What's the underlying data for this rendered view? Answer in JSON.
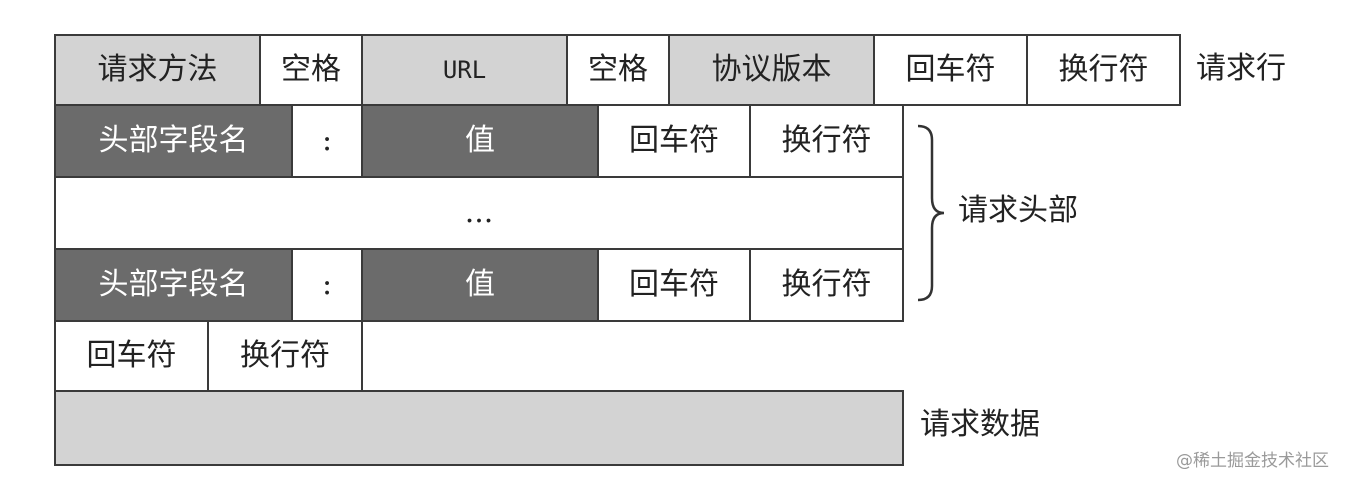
{
  "request_line": {
    "cells": [
      "请求方法",
      "空格",
      "URL",
      "空格",
      "协议版本",
      "回车符",
      "换行符"
    ],
    "label": "请求行"
  },
  "header_rows": [
    {
      "cells": [
        "头部字段名",
        ":",
        "值",
        "回车符",
        "换行符"
      ]
    },
    {
      "cells": [
        "..."
      ]
    },
    {
      "cells": [
        "头部字段名",
        ":",
        "值",
        "回车符",
        "换行符"
      ]
    }
  ],
  "header_label": "请求头部",
  "blank_line": {
    "cells": [
      "回车符",
      "换行符"
    ]
  },
  "body": {
    "label": "请求数据"
  },
  "watermark": "@稀土掘金技术社区",
  "colors": {
    "light": "#d3d3d3",
    "dark": "#6b6b6b",
    "border": "#3a3a3a"
  }
}
